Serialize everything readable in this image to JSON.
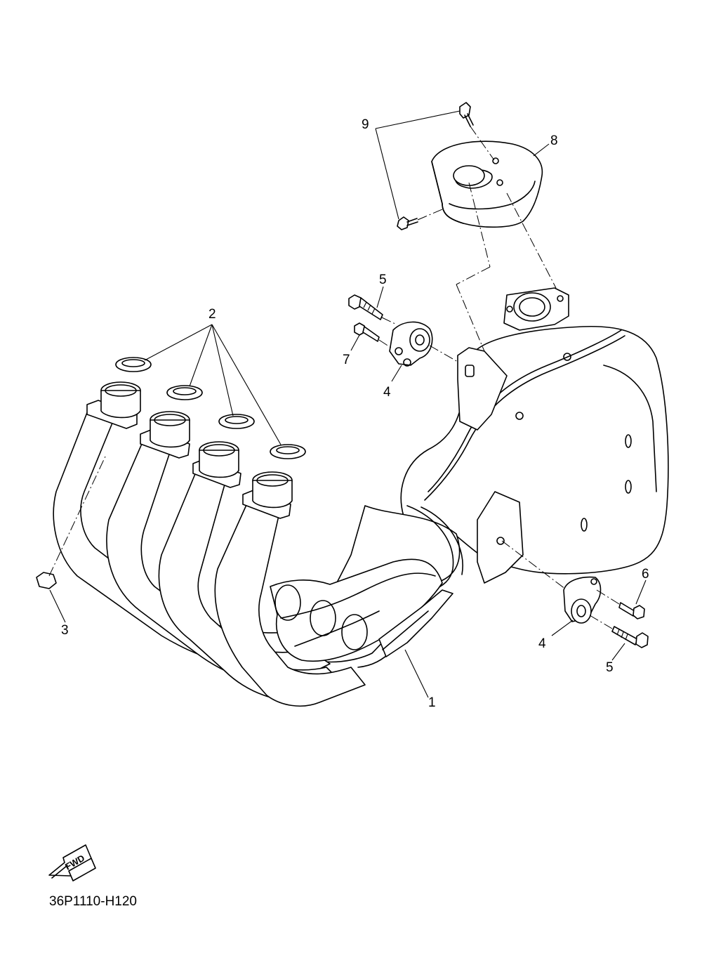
{
  "diagram": {
    "code": "36P1110-H120",
    "fwd_label": "FWD",
    "callouts": {
      "c1": "1",
      "c2": "2",
      "c3": "3",
      "c4a": "4",
      "c4b": "4",
      "c5a": "5",
      "c5b": "5",
      "c6": "6",
      "c7": "7",
      "c8": "8",
      "c9": "9"
    }
  }
}
